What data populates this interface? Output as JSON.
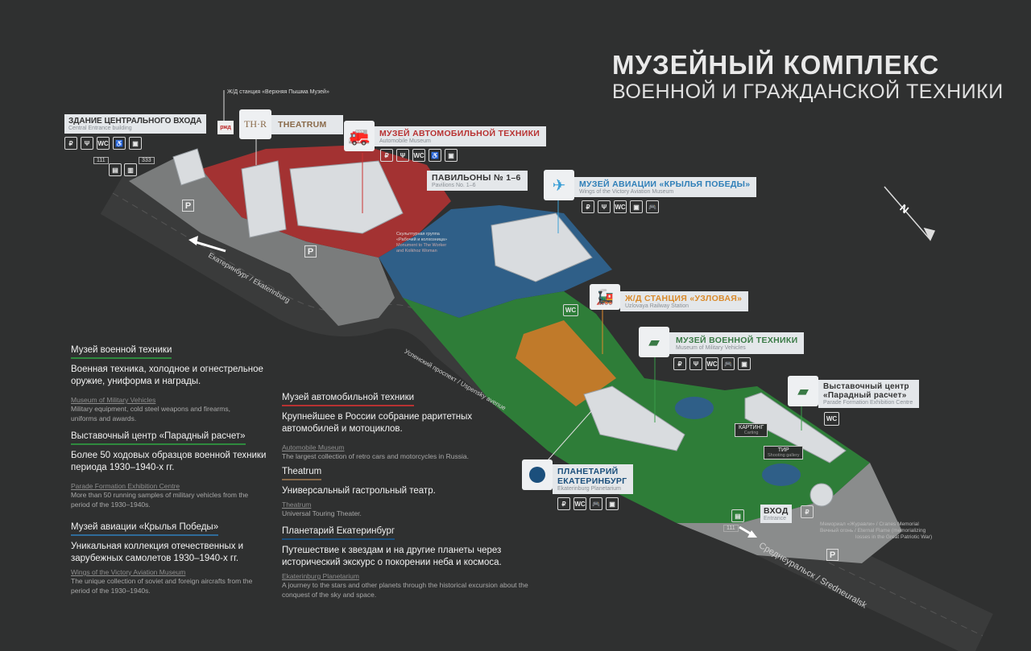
{
  "title": {
    "line1": "МУЗЕЙНЫЙ КОМПЛЕКС",
    "line2": "ВОЕННОЙ И ГРАЖДАНСКОЙ ТЕХНИКИ"
  },
  "colors": {
    "automobile": "#b83232",
    "aviation": "#2f6b9a",
    "military": "#2f8a3e",
    "railway": "#d98a2b",
    "planetarium": "#1b4f7c",
    "background": "#2f3030"
  },
  "railway_stop": {
    "label": "Ж/Д станция «Верхняя Пышма Музей»",
    "logo": "ржд"
  },
  "places": {
    "central_entrance": {
      "ru": "ЗДАНИЕ ЦЕНТРАЛЬНОГО ВХОДА",
      "en": "Central Entrance building",
      "icons": [
        "parking-pay-icon",
        "cafe-icon",
        "wc-icon",
        "accessibility-icon",
        "gift-icon"
      ],
      "bus_routes": [
        "111",
        "333"
      ]
    },
    "theatrum": {
      "logo": "TH·R",
      "ru": "THEATRUM"
    },
    "auto_museum": {
      "ru": "МУЗЕЙ АВТОМОБИЛЬНОЙ ТЕХНИКИ",
      "en": "Automobile Museum",
      "icons": [
        "parking-pay-icon",
        "cafe-icon",
        "wc-icon",
        "accessibility-icon",
        "gift-icon"
      ]
    },
    "pavilions": {
      "ru": "ПАВИЛЬОНЫ № 1–6",
      "en": "Pavilions No. 1–6"
    },
    "sculpture": {
      "ru1": "Скульптурная группа",
      "ru2": "«Рабочий и колхозница»",
      "en1": "Monument to The Worker",
      "en2": "and Kolkhoz Woman"
    },
    "aviation_museum": {
      "ru": "МУЗЕЙ АВИАЦИИ «КРЫЛЬЯ ПОБЕДЫ»",
      "en": "Wings of the Victory Aviation Museum",
      "icons": [
        "parking-pay-icon",
        "cafe-icon",
        "wc-icon",
        "gift-icon",
        "gamepad-icon"
      ]
    },
    "railway_station": {
      "ru": "Ж/Д СТАНЦИЯ «УЗЛОВАЯ»",
      "en": "Uzlovaya Railway Station"
    },
    "military_museum": {
      "ru": "МУЗЕЙ ВОЕННОЙ ТЕХНИКИ",
      "en": "Museum of Military Vehicles",
      "icons": [
        "parking-pay-icon",
        "cafe-icon",
        "wc-icon",
        "gamepad-icon",
        "gift-icon"
      ]
    },
    "parade_centre": {
      "ru1": "Выставочный центр",
      "ru2": "«Парадный расчет»",
      "en": "Parade Formation Exhibition Centre"
    },
    "planetarium": {
      "ru1": "ПЛАНЕТАРИЙ",
      "ru2": "ЕКАТЕРИНБУРГ",
      "en": "Ekaterinburg Planetarium",
      "icons": [
        "parking-pay-icon",
        "wc-icon",
        "gamepad-icon",
        "gift-icon"
      ]
    },
    "karting": {
      "ru": "КАРТИНГ",
      "en": "Carting"
    },
    "shooting": {
      "ru": "ТИР",
      "en": "Shooting gallery"
    },
    "entrance": {
      "ru": "ВХОД",
      "en": "Entrance",
      "bus_route": "111"
    },
    "memorial": {
      "line1": "Мемориал «Журавли» / Cranes Memorial",
      "line2": "Вечный огонь / Eternal Flame (memorializing",
      "line3": "losses in the Great Patriotic War)"
    }
  },
  "common": {
    "wc": "WC",
    "parking": "P"
  },
  "roads": {
    "ekaterinburg": "Екатеринбург / Ekaterinburg",
    "uspensky": "Успенский проспект / Uspensky avenue",
    "sredneuralsk": "Среднеуральск / Sredneuralsk"
  },
  "compass": {
    "label": "N"
  },
  "legend": [
    {
      "heading": "Музей военной техники",
      "desc": "Военная техника, холодное и огнестрельное оружие, униформа и награды.",
      "en_heading": "Museum of Military Vehicles",
      "en_desc": "Military equipment, cold steel weapons and firearms, uniforms and awards.",
      "color": "#2f8a3e"
    },
    {
      "heading": "Выставочный центр «Парадный расчет»",
      "desc": "Более 50 ходовых образцов военной техники периода 1930–1940-х гг.",
      "en_heading": "Parade Formation Exhibition Centre",
      "en_desc": "More than 50 running samples of military vehicles from the period of the 1930–1940s.",
      "color": "#2f8a3e"
    },
    {
      "heading": "Музей авиации «Крылья Победы»",
      "desc": "Уникальная коллекция отечественных и зарубежных самолетов 1930–1940-х гг.",
      "en_heading": "Wings of the Victory Aviation Museum",
      "en_desc": "The unique collection of soviet and foreign aircrafts from the period of the 1930–1940s.",
      "color": "#2f6b9a"
    },
    {
      "heading": "Музей автомобильной техники",
      "desc": "Крупнейшее в России собрание раритетных автомобилей и мотоциклов.",
      "en_heading": "Automobile Museum",
      "en_desc": "The largest collection of retro cars and motorcycles in Russia.",
      "color": "#b83232"
    },
    {
      "heading": "Theatrum",
      "desc": "Универсальный гастрольный театр.",
      "en_heading": "Theatrum",
      "en_desc": "Universal Touring Theater.",
      "color": "#8a6a4a"
    },
    {
      "heading": "Планетарий Екатеринбург",
      "desc": "Путешествие к звездам и на другие планеты через исторический экскурс о покорении неба и космоса.",
      "en_heading": "Ekaterinburg Planetarium",
      "en_desc": "A journey to the stars and other planets through the historical excursion about the conquest of the sky and space.",
      "color": "#1b4f7c"
    }
  ]
}
